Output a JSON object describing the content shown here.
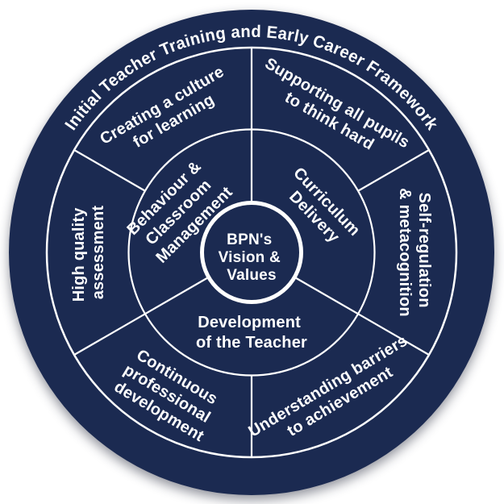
{
  "diagram": {
    "title_ring": {
      "label": "Initial Teacher Training and Early Career Framework"
    },
    "outer_segments": [
      {
        "id": "creating-culture",
        "lines": [
          "Creating a culture",
          "for learning"
        ]
      },
      {
        "id": "supporting-pupils",
        "lines": [
          "Supporting all pupils",
          "to think hard"
        ]
      },
      {
        "id": "self-regulation",
        "lines": [
          "Self-regulation",
          "& metacognition"
        ]
      },
      {
        "id": "understanding-barriers",
        "lines": [
          "Understanding barriers",
          "to achievement"
        ]
      },
      {
        "id": "continuous-pd",
        "lines": [
          "Continuous",
          "professional",
          "development"
        ]
      },
      {
        "id": "high-quality-assessment",
        "lines": [
          "High quality",
          "assessment"
        ]
      }
    ],
    "inner_segments": [
      {
        "id": "behaviour-classroom",
        "lines": [
          "Behaviour &",
          "Classroom",
          "Management"
        ]
      },
      {
        "id": "curriculum-delivery",
        "lines": [
          "Curriculum",
          "Delivery"
        ]
      },
      {
        "id": "development-teacher",
        "lines": [
          "Development",
          "of the Teacher"
        ]
      }
    ],
    "center": {
      "lines": [
        "BPN's",
        "Vision &",
        "Values"
      ]
    },
    "colors": {
      "navy": "#1B2A51",
      "pink": "#C8136D",
      "white": "#FFFFFF"
    }
  }
}
